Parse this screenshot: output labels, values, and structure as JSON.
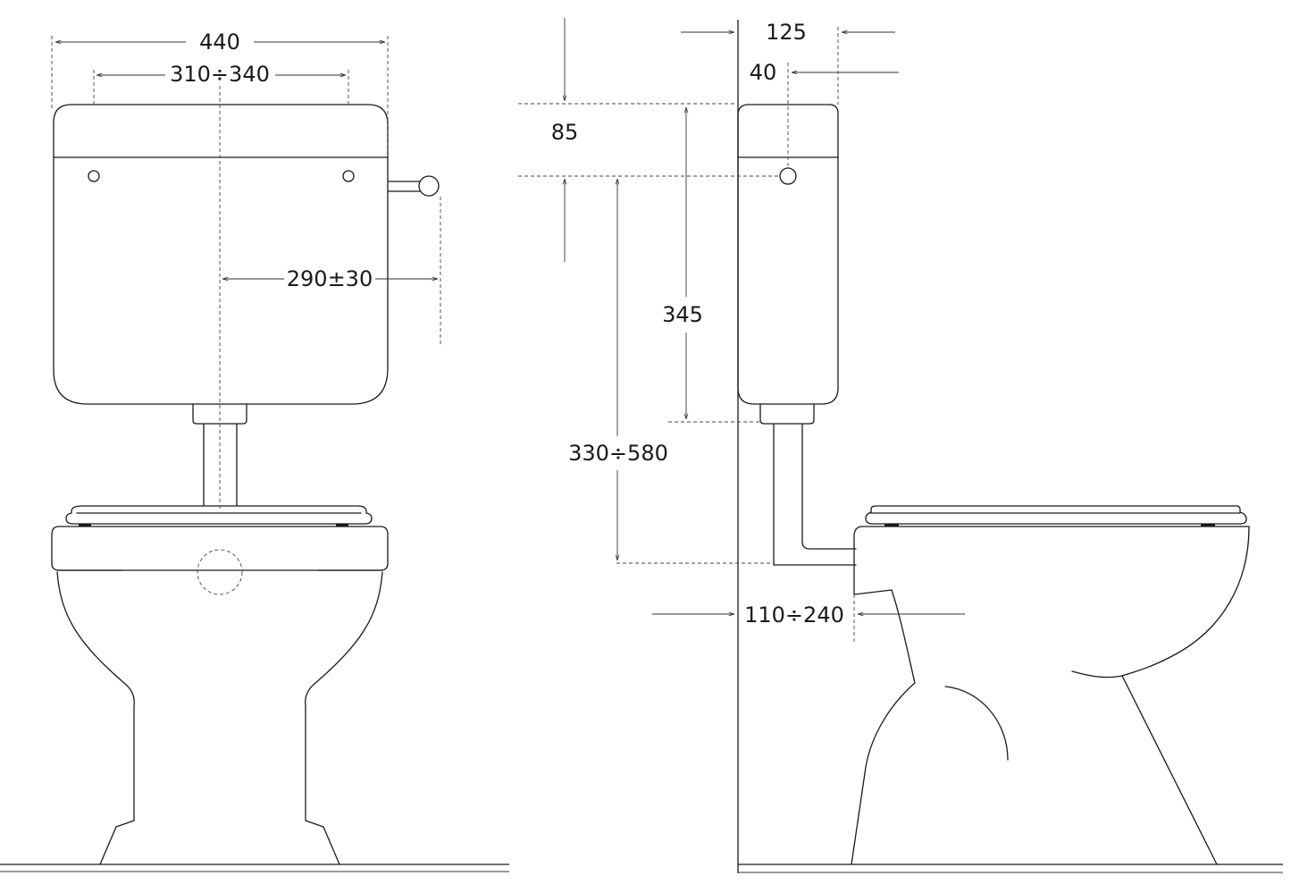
{
  "front_view": {
    "dims": {
      "tank_width": "440",
      "fixing_holes": "310÷340",
      "lever_offset": "290±30"
    }
  },
  "side_view": {
    "dims": {
      "tank_depth": "125",
      "hole_from_wall": "40",
      "hole_from_top": "85",
      "tank_height": "345",
      "tank_above_bowl": "330÷580",
      "outlet_from_wall": "110÷240"
    }
  },
  "colors": {
    "line": "#1a1a1a",
    "background": "#ffffff"
  }
}
